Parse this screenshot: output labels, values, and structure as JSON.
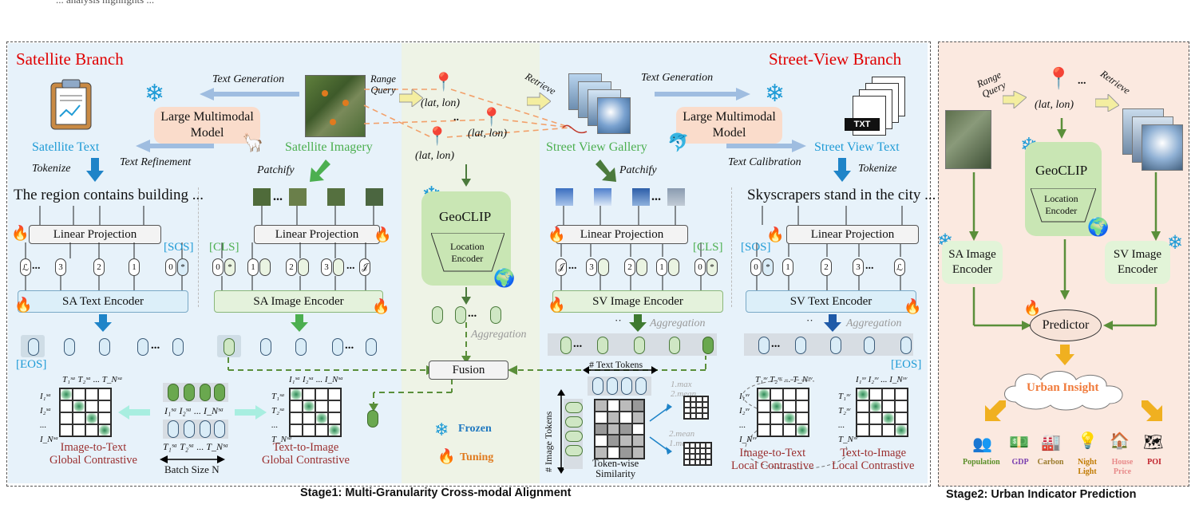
{
  "header_fragment": "... analysis highlights ...",
  "stage1": {
    "caption": "Stage1: Multi-Granularity Cross-modal Alignment",
    "satellite": {
      "branch_title": "Satellite Branch",
      "text_generation": "Text Generation",
      "text_refinement": "Text Refinement",
      "llm": "Large Multimodal Model",
      "satellite_text": "Satellite Text",
      "satellite_imagery": "Satellite Imagery",
      "tokenize": "Tokenize",
      "patchify": "Patchify",
      "sentence": "The region contains building ...",
      "linear_projection": "Linear Projection",
      "sos": "[SOS]",
      "cls": "[CLS]",
      "text_encoder": "SA Text Encoder",
      "image_encoder": "SA Image Encoder",
      "eos": "[EOS]",
      "loss_left": [
        "Image-to-Text",
        "Global Contrastive"
      ],
      "loss_right": [
        "Text-to-Image",
        "Global Contrastive"
      ],
      "batch_size": "Batch Size N"
    },
    "middle": {
      "range_query": [
        "Range",
        "Query"
      ],
      "retrieve": "Retrieve",
      "latlon": "(lat, lon)",
      "geoclip": "GeoCLIP",
      "location_encoder": [
        "Location",
        "Encoder"
      ],
      "aggregation": "Aggregation",
      "fusion": "Fusion",
      "frozen": "Frozen",
      "tuning": "Tuning"
    },
    "streetview": {
      "branch_title": "Street-View Branch",
      "text_generation": "Text Generation",
      "text_calibration": "Text Calibration",
      "llm": "Large Multimodal Model",
      "gallery": "Street View Gallery",
      "sv_text": "Street View Text",
      "patchify": "Patchify",
      "tokenize": "Tokenize",
      "sentence": "Skyscrapers stand in the city ...",
      "linear_projection": "Linear Projection",
      "cls": "[CLS]",
      "sos": "[SOS]",
      "image_encoder": "SV Image Encoder",
      "text_encoder": "SV Text Encoder",
      "aggregation": "Aggregation",
      "eos": "[EOS]",
      "text_tokens": "# Text Tokens",
      "image_tokens": "# Image Tokens",
      "similarity": [
        "Token-wise",
        "Similarity"
      ],
      "ops": [
        "1.max",
        "2.mean",
        "2.mean",
        "1.max"
      ],
      "txt_label": "TXT",
      "loss_left": [
        "Image-to-Text",
        "Local Contrastive"
      ],
      "loss_right": [
        "Text-to-Image",
        "Local Contrastive"
      ]
    }
  },
  "stage2": {
    "caption": "Stage2: Urban Indicator Prediction",
    "range_query": [
      "Range",
      "Query"
    ],
    "retrieve": "Retrieve",
    "latlon": "(lat, lon)",
    "geoclip": "GeoCLIP",
    "location_encoder": [
      "Location",
      "Encoder"
    ],
    "sa_encoder": [
      "SA Image",
      "Encoder"
    ],
    "sv_encoder": [
      "SV Image",
      "Encoder"
    ],
    "predictor": "Predictor",
    "urban_insight": "Urban Insight",
    "indicators": [
      {
        "label": "Population",
        "color": "#5b8f2a"
      },
      {
        "label": "GDP",
        "color": "#7a3fb0"
      },
      {
        "label": "Carbon",
        "color": "#9a7a2a"
      },
      {
        "label": "Night Light",
        "color": "#c07a00"
      },
      {
        "label": "House Price",
        "color": "#e88a8a"
      },
      {
        "label": "POI",
        "color": "#c0202a"
      }
    ]
  },
  "colors": {
    "accent_red": "#e00000",
    "accent_blue": "#1f9bd6",
    "accent_green": "#4caf50"
  }
}
